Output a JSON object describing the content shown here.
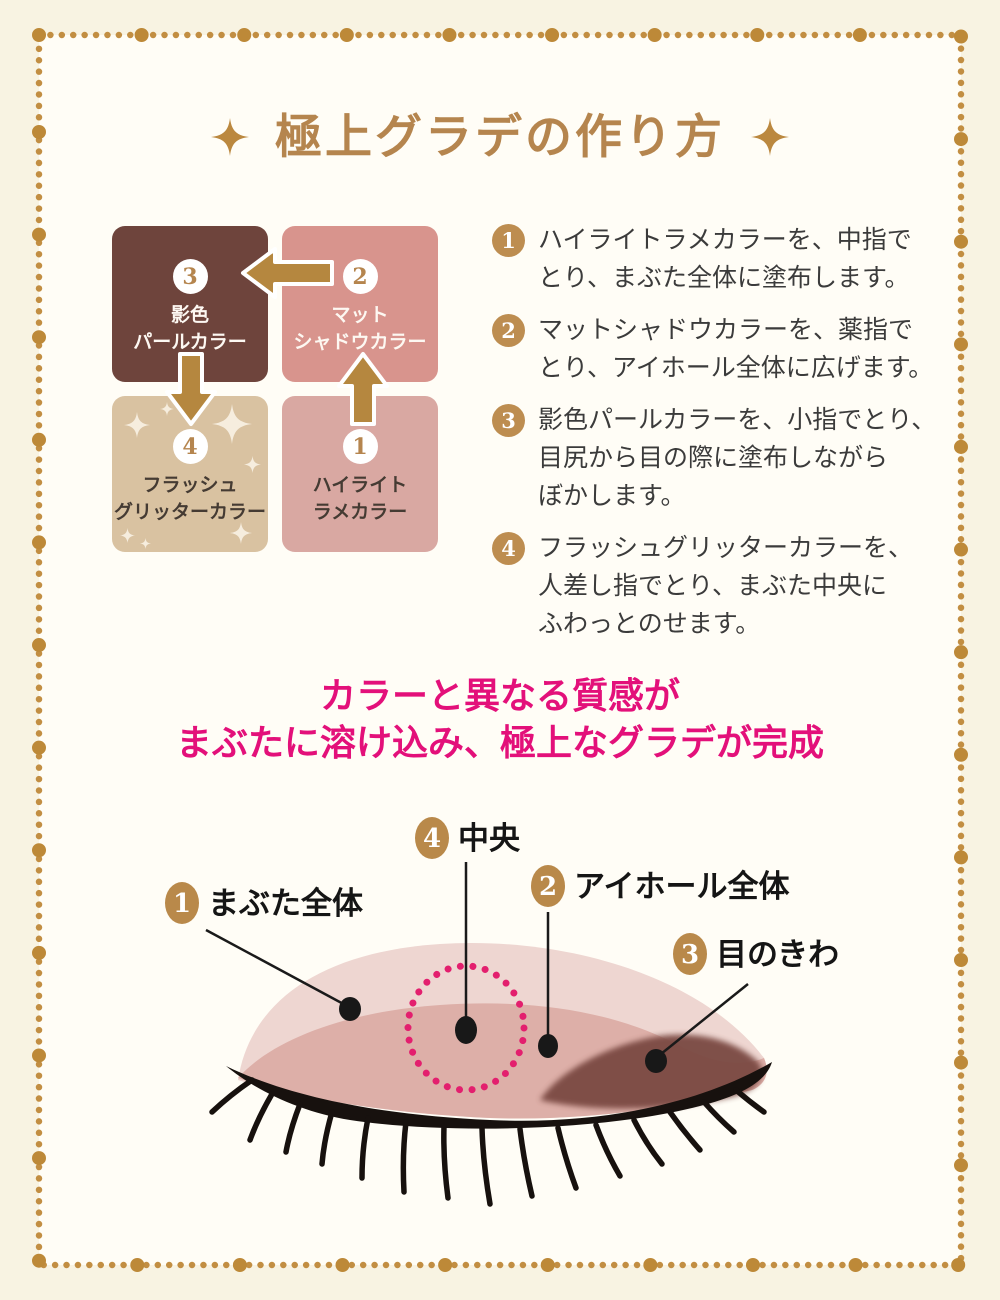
{
  "page": {
    "title": "極上グラデの作り方"
  },
  "palette": {
    "swatches": [
      {
        "num": "3",
        "line1": "影色",
        "line2": "パールカラー",
        "color": "#6e443c"
      },
      {
        "num": "2",
        "line1": "マット",
        "line2": "シャドウカラー",
        "color": "#d8948d"
      },
      {
        "num": "4",
        "line1": "フラッシュ",
        "line2": "グリッターカラー",
        "color": "#d9c2a1"
      },
      {
        "num": "1",
        "line1": "ハイライト",
        "line2": "ラメカラー",
        "color": "#d9a8a2"
      }
    ]
  },
  "steps": [
    {
      "num": "1",
      "lines": [
        "ハイライトラメカラーを、中指で",
        "とり、まぶた全体に塗布します。"
      ]
    },
    {
      "num": "2",
      "lines": [
        "マットシャドウカラーを、薬指で",
        "とり、アイホール全体に広げます。"
      ]
    },
    {
      "num": "3",
      "lines": [
        "影色パールカラーを、小指でとり、",
        "目尻から目の際に塗布しながら",
        "ぼかします。"
      ]
    },
    {
      "num": "4",
      "lines": [
        "フラッシュグリッターカラーを、",
        "人差し指でとり、まぶた中央に",
        "ふわっとのせます。"
      ]
    }
  ],
  "headline": {
    "line1": "カラーと異なる質感が",
    "line2": "まぶたに溶け込み、極上なグラデが完成"
  },
  "diagram": {
    "labels": [
      {
        "num": "1",
        "text": "まぶた全体"
      },
      {
        "num": "2",
        "text": "アイホール全体"
      },
      {
        "num": "3",
        "text": "目のきわ"
      },
      {
        "num": "4",
        "text": "中央"
      }
    ]
  },
  "colors": {
    "accent_gold": "#b5854e",
    "border_dot_gold": "#c28e42",
    "headline_pink": "#e3107a",
    "dotted_circle_pink": "#e31f6e",
    "swatch_shadow_pearl": "#6e443c",
    "swatch_matte_shadow": "#d8948d",
    "swatch_flash_glitter": "#d9c2a1",
    "swatch_highlight_lame": "#d9a8a2",
    "eye_outer_pink": "#eed6d1",
    "eye_inner_pink": "#ddafa8",
    "eye_rim_brown": "#7a4a42",
    "panel_background": "#fffdf6",
    "page_background": "#f8f3e2"
  }
}
